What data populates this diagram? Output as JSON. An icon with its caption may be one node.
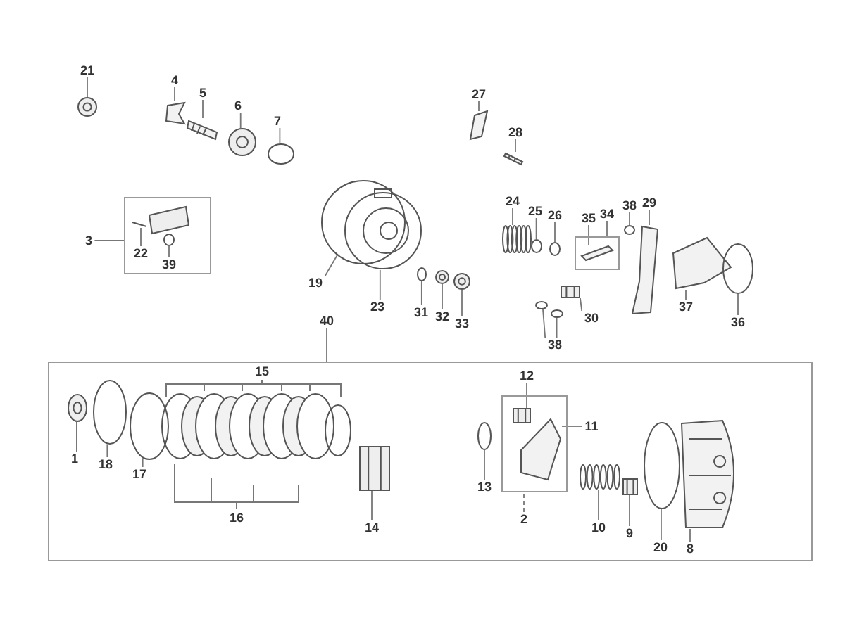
{
  "diagram": {
    "nodes": [
      {
        "text": [
          "21"
        ]
      },
      {
        "text": [],
        "shape": "picture"
      },
      {
        "text": [
          "4"
        ]
      },
      {
        "text": [],
        "shape": "picture"
      },
      {
        "text": [
          "5"
        ]
      },
      {
        "text": [],
        "shape": "picture"
      },
      {
        "text": [
          "6"
        ]
      },
      {
        "text": [],
        "shape": "picture"
      },
      {
        "text": [
          "7"
        ]
      },
      {
        "text": [],
        "shape": "circle"
      },
      {
        "text": [
          "27"
        ]
      },
      {
        "text": [],
        "shape": "picture"
      },
      {
        "text": [
          "28"
        ]
      },
      {
        "text": [],
        "shape": "picture"
      },
      {
        "text": [
          "3"
        ]
      },
      {
        "text": [],
        "shape": "box"
      },
      {
        "text": [
          "22"
        ],
        "in": 15
      },
      {
        "text": [],
        "shape": "picture",
        "in": 15
      },
      {
        "text": [
          "39"
        ],
        "in": 15
      },
      {
        "text": [],
        "shape": "circle",
        "in": 15
      },
      {
        "text": [
          "19"
        ]
      },
      {
        "text": [],
        "shape": "circle"
      },
      {
        "text": [
          "23"
        ]
      },
      {
        "text": [],
        "shape": "picture"
      },
      {
        "text": [
          "31"
        ]
      },
      {
        "text": [],
        "shape": "circle"
      },
      {
        "text": [
          "32"
        ]
      },
      {
        "text": [],
        "shape": "picture"
      },
      {
        "text": [
          "33"
        ]
      },
      {
        "text": [],
        "shape": "picture"
      },
      {
        "text": [
          "24"
        ]
      },
      {
        "text": [],
        "shape": "picture"
      },
      {
        "text": [
          "25"
        ]
      },
      {
        "text": [],
        "shape": "circle"
      },
      {
        "text": [
          "26"
        ]
      },
      {
        "text": [],
        "shape": "circle"
      },
      {
        "text": [
          "35"
        ]
      },
      {
        "text": [],
        "shape": "box"
      },
      {
        "text": [],
        "shape": "picture",
        "in": 37
      },
      {
        "text": [
          "34"
        ]
      },
      {
        "text": [
          "38"
        ]
      },
      {
        "text": [],
        "shape": "circle"
      },
      {
        "text": [
          "29"
        ]
      },
      {
        "text": [],
        "shape": "picture"
      },
      {
        "text": [
          "30"
        ]
      },
      {
        "text": [],
        "shape": "picture"
      },
      {
        "text": [
          "38"
        ]
      },
      {
        "text": [],
        "shape": "circle"
      },
      {
        "text": [],
        "shape": "circle"
      },
      {
        "text": [
          "37"
        ]
      },
      {
        "text": [],
        "shape": "picture"
      },
      {
        "text": [
          "36"
        ]
      },
      {
        "text": [],
        "shape": "circle"
      },
      {
        "text": [
          "40"
        ]
      },
      {
        "text": [],
        "shape": "box"
      },
      {
        "text": [
          "1"
        ],
        "in": 54
      },
      {
        "text": [],
        "shape": "picture",
        "in": 54
      },
      {
        "text": [
          "18"
        ],
        "in": 54
      },
      {
        "text": [],
        "shape": "circle",
        "in": 54
      },
      {
        "text": [
          "17"
        ],
        "in": 54
      },
      {
        "text": [],
        "shape": "circle",
        "in": 54
      },
      {
        "text": [
          "14"
        ],
        "in": 54
      },
      {
        "text": [],
        "shape": "picture",
        "in": 54
      },
      {
        "text": [
          "12"
        ],
        "in": 54
      },
      {
        "text": [],
        "shape": "box",
        "in": 54
      },
      {
        "text": [],
        "shape": "picture",
        "in": 64
      },
      {
        "text": [],
        "shape": "picture",
        "in": 64
      },
      {
        "text": [
          "11"
        ],
        "in": 54
      },
      {
        "text": [
          "13"
        ],
        "in": 54
      },
      {
        "text": [],
        "shape": "circle",
        "in": 54
      },
      {
        "text": [
          "2"
        ],
        "in": 54
      },
      {
        "text": [
          "10"
        ],
        "in": 54
      },
      {
        "text": [],
        "shape": "picture",
        "in": 54
      },
      {
        "text": [
          "9"
        ],
        "in": 54
      },
      {
        "text": [],
        "shape": "picture",
        "in": 54
      },
      {
        "text": [
          "20"
        ],
        "in": 54
      },
      {
        "text": [],
        "shape": "circle",
        "in": 54
      },
      {
        "text": [
          "8"
        ],
        "in": 54
      },
      {
        "text": [],
        "shape": "picture",
        "in": 54
      }
    ],
    "edges": [
      {
        "from": 0,
        "to": 1,
        "arrow": "none"
      },
      {
        "from": 2,
        "to": 3,
        "arrow": "none"
      },
      {
        "from": 4,
        "to": 5,
        "arrow": "none"
      },
      {
        "from": 6,
        "to": 7,
        "arrow": "none"
      },
      {
        "from": 8,
        "to": 9,
        "arrow": "none"
      },
      {
        "from": 10,
        "to": 11,
        "arrow": "none"
      },
      {
        "from": 12,
        "to": 13,
        "arrow": "none"
      },
      {
        "from": 14,
        "to": 15,
        "arrow": "none"
      },
      {
        "from": 16,
        "to": 17,
        "arrow": "none"
      },
      {
        "from": 18,
        "to": 19,
        "arrow": "none"
      },
      {
        "from": 20,
        "to": 21,
        "arrow": "none"
      },
      {
        "from": 22,
        "to": 23,
        "arrow": "none"
      },
      {
        "from": 24,
        "to": 25,
        "arrow": "none"
      },
      {
        "from": 26,
        "to": 27,
        "arrow": "none"
      },
      {
        "from": 28,
        "to": 29,
        "arrow": "none"
      },
      {
        "from": 30,
        "to": 31,
        "arrow": "none"
      },
      {
        "from": 32,
        "to": 33,
        "arrow": "none"
      },
      {
        "from": 34,
        "to": 35,
        "arrow": "none"
      },
      {
        "from": 36,
        "to": 38,
        "arrow": "none"
      },
      {
        "from": 39,
        "to": 37,
        "arrow": "none"
      },
      {
        "from": 40,
        "to": 41,
        "arrow": "none"
      },
      {
        "from": 42,
        "to": 43,
        "arrow": "none"
      },
      {
        "from": 44,
        "to": 45,
        "arrow": "none"
      },
      {
        "from": 46,
        "to": 47,
        "arrow": "none"
      },
      {
        "from": 46,
        "to": 48,
        "arrow": "none"
      },
      {
        "from": 49,
        "to": 50,
        "arrow": "none"
      },
      {
        "from": 51,
        "to": 52,
        "arrow": "none"
      },
      {
        "from": 53,
        "to": 54,
        "arrow": "none"
      },
      {
        "from": 55,
        "to": 56,
        "arrow": "none"
      },
      {
        "from": 57,
        "to": 58,
        "arrow": "none"
      },
      {
        "from": 59,
        "to": 60,
        "arrow": "none"
      },
      {
        "from": 61,
        "to": 62,
        "arrow": "none"
      },
      {
        "from": 63,
        "to": 65,
        "arrow": "none"
      },
      {
        "from": 67,
        "to": 66,
        "arrow": "none"
      },
      {
        "from": 68,
        "to": 69,
        "arrow": "none"
      },
      {
        "from": 70,
        "to": 64,
        "arrow": "none",
        "style": "dashed"
      },
      {
        "from": 71,
        "to": 72,
        "arrow": "none"
      },
      {
        "from": 73,
        "to": 74,
        "arrow": "none"
      },
      {
        "from": 75,
        "to": 76,
        "arrow": "none"
      },
      {
        "from": 77,
        "to": 78,
        "arrow": "none"
      }
    ],
    "labels": [
      "15",
      "16"
    ]
  }
}
